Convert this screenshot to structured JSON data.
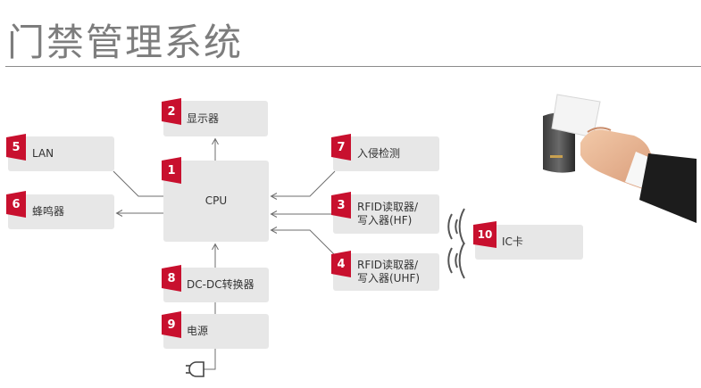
{
  "title": "门禁管理系统",
  "colors": {
    "accent": "#c8102e",
    "box": "#e7e7e7",
    "line": "#6e6e6e"
  },
  "nodes": {
    "display": {
      "num": "2",
      "label": "显示器"
    },
    "lan": {
      "num": "5",
      "label": "LAN"
    },
    "cpu": {
      "num": "1",
      "label": "CPU"
    },
    "buzzer": {
      "num": "6",
      "label": "蜂鸣器"
    },
    "intrusion": {
      "num": "7",
      "label": "入侵检测"
    },
    "rfid_hf": {
      "num": "3",
      "line1": "RFID读取器/",
      "line2": "写入器(HF)"
    },
    "rfid_uhf": {
      "num": "4",
      "line1": "RFID读取器/",
      "line2": "写入器(UHF)"
    },
    "ic_card": {
      "num": "10",
      "label": "IC卡"
    },
    "dcdc": {
      "num": "8",
      "label": "DC-DC转换器"
    },
    "power": {
      "num": "9",
      "label": "电源"
    }
  },
  "icons": [
    "wireless-wave-icon",
    "power-plug-icon",
    "card-reader-photo"
  ]
}
